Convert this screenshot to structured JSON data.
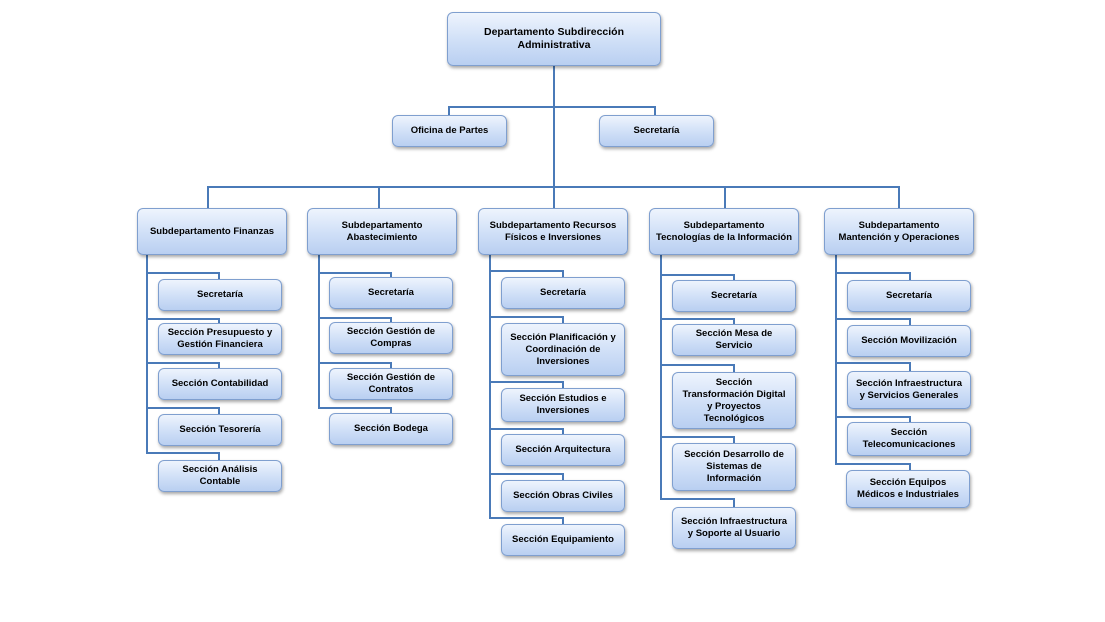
{
  "root": {
    "label": "Departamento Subdirección Administrativa"
  },
  "staff": [
    {
      "label": "Oficina de Partes"
    },
    {
      "label": "Secretaría"
    }
  ],
  "subdepartments": [
    {
      "label": "Subdepartamento Finanzas",
      "sections": [
        {
          "label": "Secretaría"
        },
        {
          "label": "Sección Presupuesto y Gestión Financiera"
        },
        {
          "label": "Sección Contabilidad"
        },
        {
          "label": "Sección Tesorería"
        },
        {
          "label": "Sección Análisis Contable"
        }
      ]
    },
    {
      "label": "Subdepartamento Abastecimiento",
      "sections": [
        {
          "label": "Secretaría"
        },
        {
          "label": "Sección Gestión de Compras"
        },
        {
          "label": "Sección Gestión de Contratos"
        },
        {
          "label": "Sección Bodega"
        }
      ]
    },
    {
      "label": "Subdepartamento Recursos Físicos e Inversiones",
      "sections": [
        {
          "label": "Secretaría"
        },
        {
          "label": "Sección Planificación y Coordinación de Inversiones"
        },
        {
          "label": "Sección Estudios e Inversiones"
        },
        {
          "label": "Sección Arquitectura"
        },
        {
          "label": "Sección Obras Civiles"
        },
        {
          "label": "Sección Equipamiento"
        }
      ]
    },
    {
      "label": "Subdepartamento Tecnologías de la Información",
      "sections": [
        {
          "label": "Secretaría"
        },
        {
          "label": "Sección Mesa de Servicio"
        },
        {
          "label": "Sección Transformación Digital y Proyectos Tecnológicos"
        },
        {
          "label": "Sección Desarrollo de Sistemas de Información"
        },
        {
          "label": "Sección Infraestructura y Soporte al Usuario"
        }
      ]
    },
    {
      "label": "Subdepartamento Mantención y Operaciones",
      "sections": [
        {
          "label": "Secretaría"
        },
        {
          "label": "Sección Movilización"
        },
        {
          "label": "Sección Infraestructura y Servicios Generales"
        },
        {
          "label": "Sección Telecomunicaciones"
        },
        {
          "label": "Sección Equipos Médicos e Industriales"
        }
      ]
    }
  ]
}
